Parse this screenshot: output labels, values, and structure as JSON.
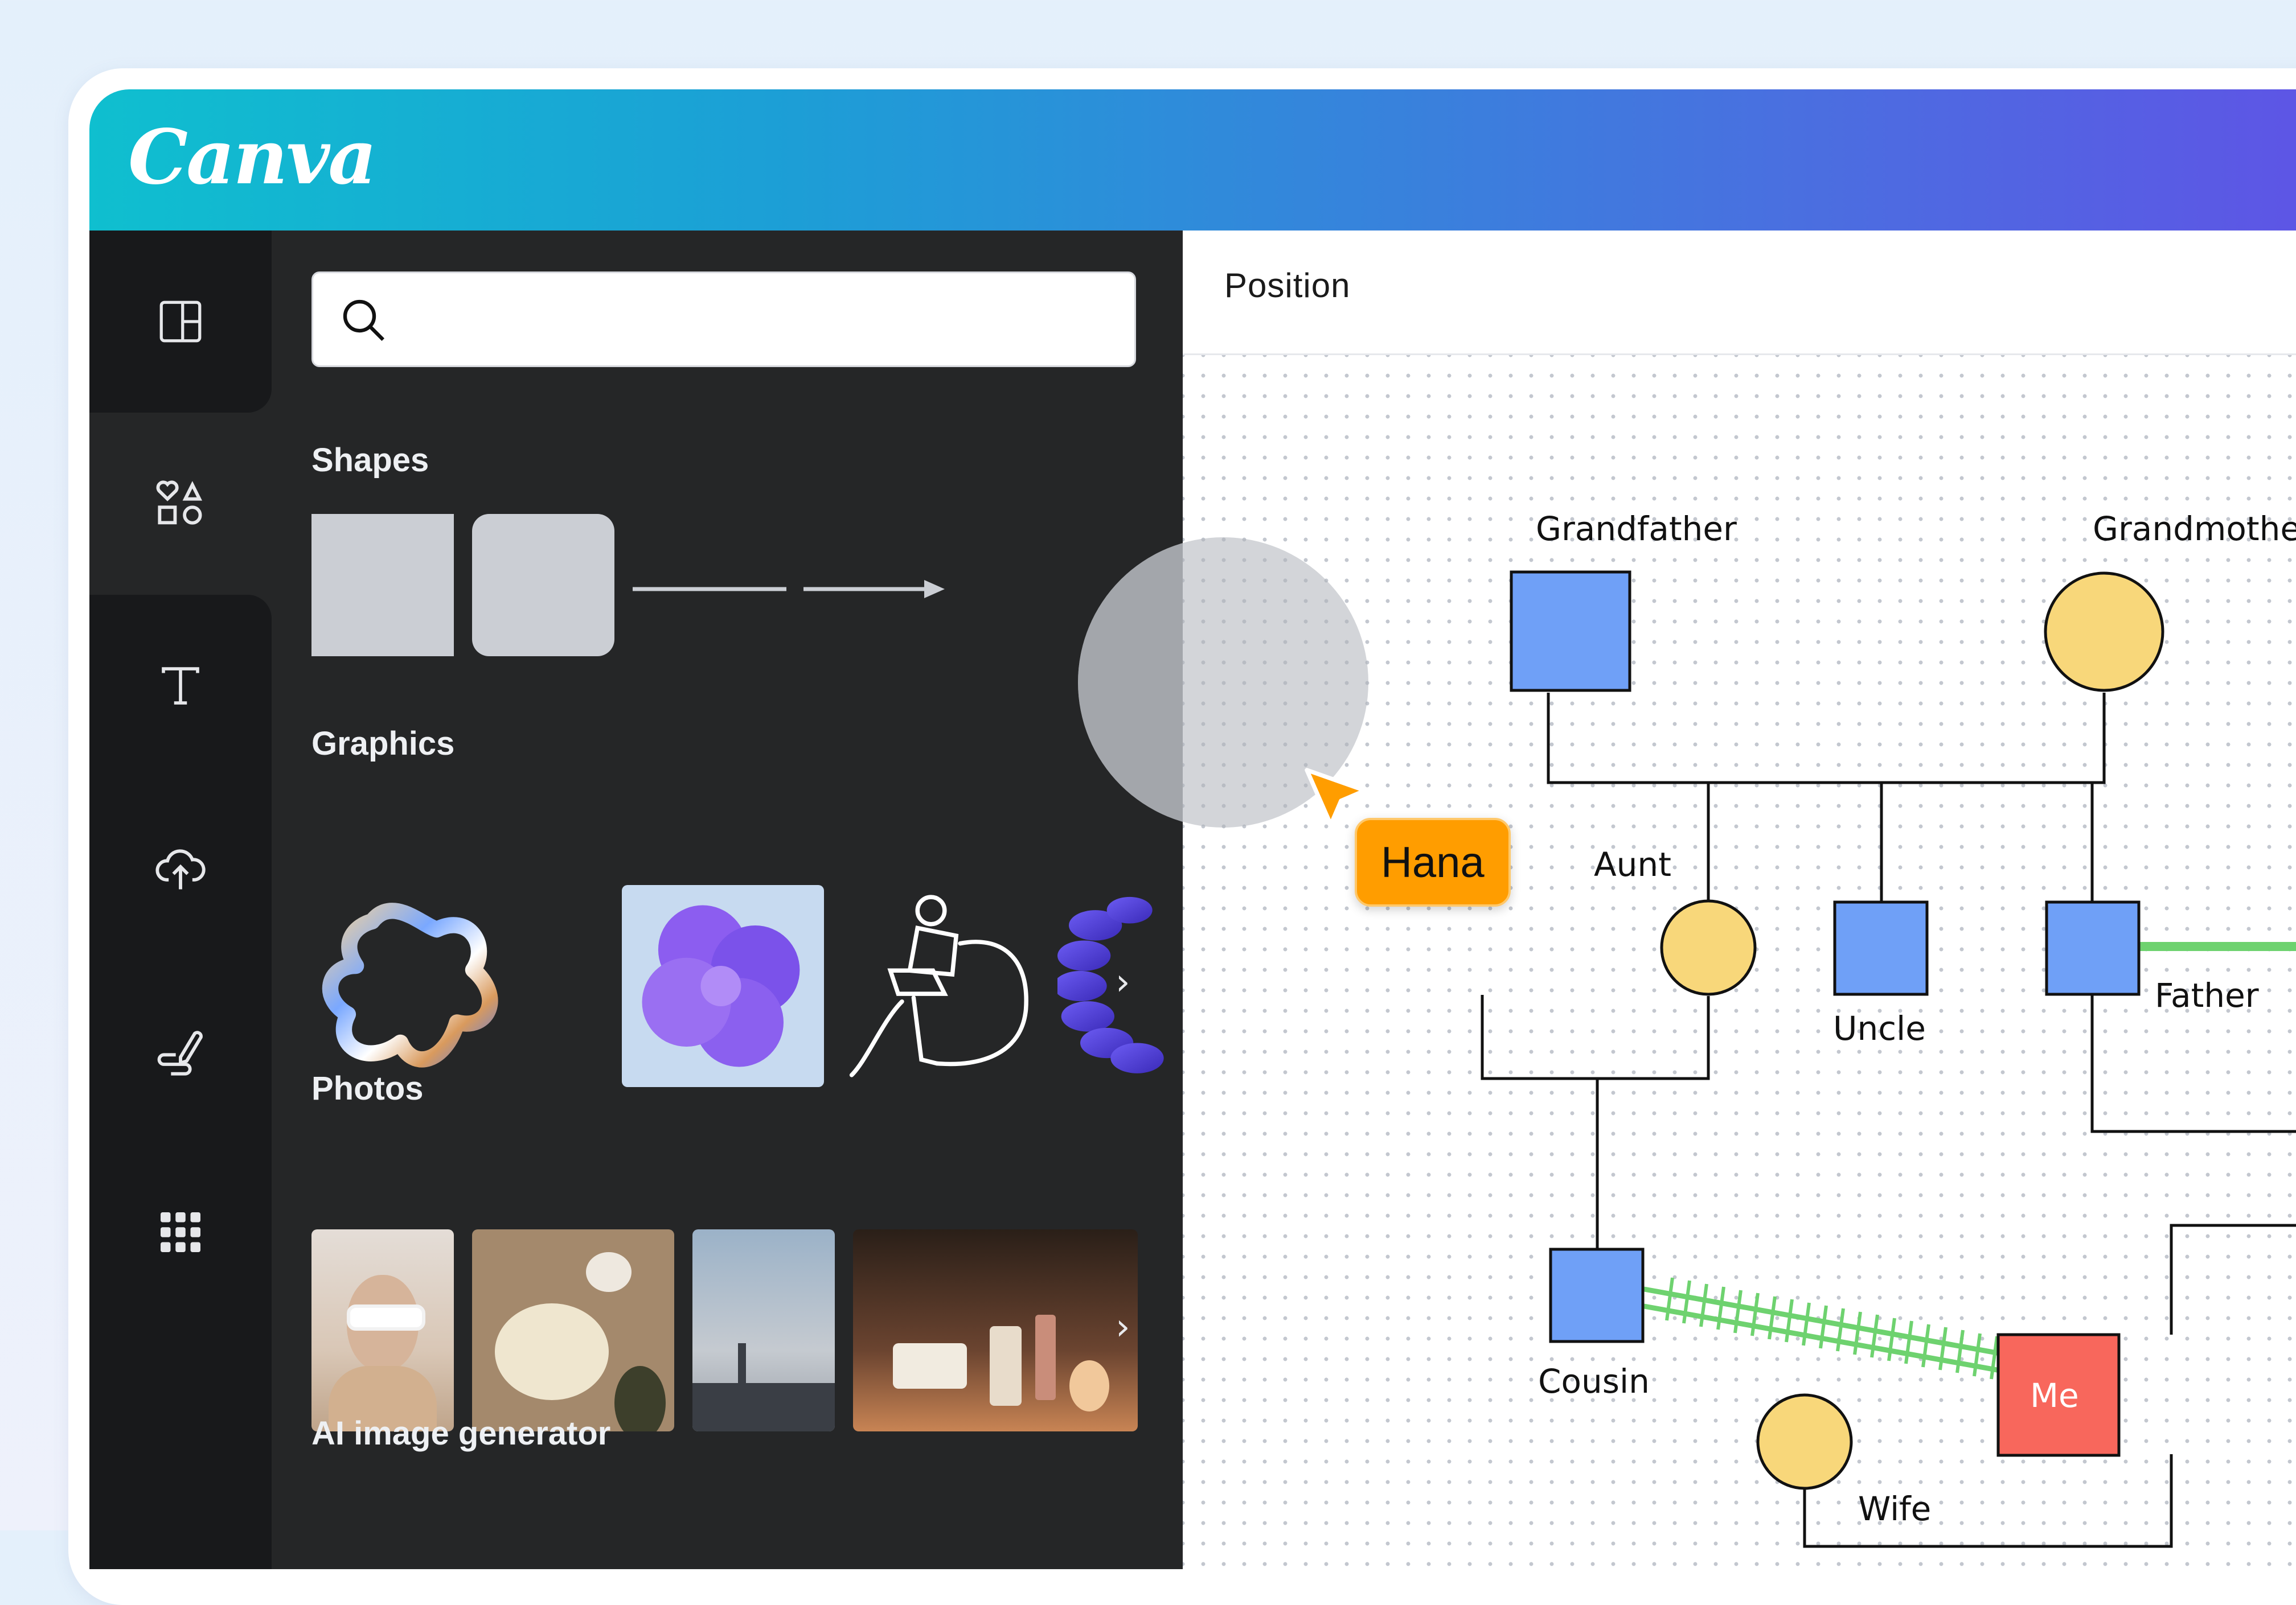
{
  "app": {
    "name": "Canva"
  },
  "rail": {
    "items": [
      {
        "id": "design",
        "icon": "layout-icon"
      },
      {
        "id": "elements",
        "icon": "elements-icon"
      },
      {
        "id": "text",
        "icon": "text-icon"
      },
      {
        "id": "uploads",
        "icon": "upload-cloud-icon"
      },
      {
        "id": "draw",
        "icon": "draw-icon"
      },
      {
        "id": "apps",
        "icon": "apps-grid-icon"
      }
    ],
    "active": "elements"
  },
  "panel": {
    "search": {
      "placeholder": "",
      "value": ""
    },
    "sections": {
      "shapes": "Shapes",
      "graphics": "Graphics",
      "photos": "Photos",
      "ai": "AI image generator"
    }
  },
  "canvas": {
    "toolbar": {
      "position_label": "Position"
    },
    "family_tree": {
      "grandfather": "Grandfather",
      "grandmother": "Grandmother",
      "aunt": "Aunt",
      "uncle": "Uncle",
      "father": "Father",
      "cousin": "Cousin",
      "me": "Me",
      "wife": "Wife"
    },
    "collaborator": {
      "name": "Hana",
      "color": "#ff9d00"
    },
    "colors": {
      "male": "#6fa0f7",
      "female": "#f8d77a",
      "me": "#f8675c",
      "relationship_green": "#6ed26f"
    }
  }
}
